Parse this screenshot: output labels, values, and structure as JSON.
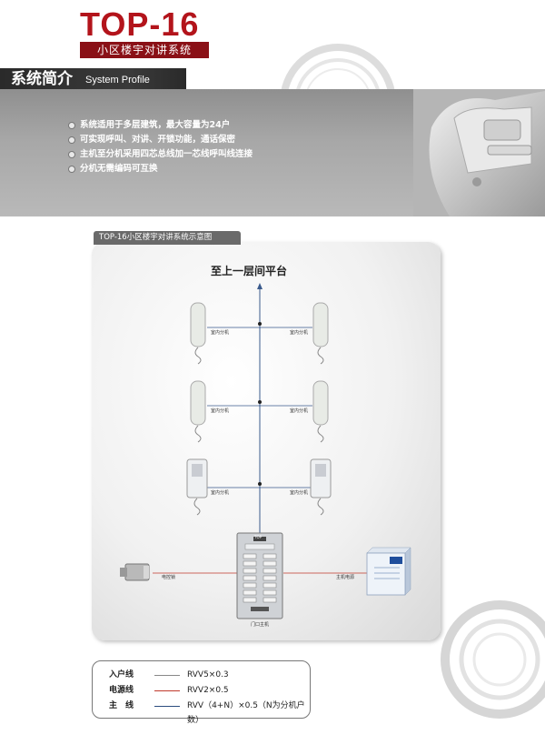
{
  "header": {
    "brand": "TOP-16",
    "subtitle": "小区楼宇对讲系统",
    "section_title": "系统简介",
    "section_title_en": "System Profile"
  },
  "features": [
    "系统适用于多层建筑，最大容量为24户",
    "可实现呼叫、对讲、开锁功能，通话保密",
    "主机至分机采用四芯总线加一芯线呼叫线连接",
    "分机无需编码可互换"
  ],
  "diagram": {
    "tab_label": "TOP-16小区楼宇对讲系统示意图",
    "top_label": "至上一层间平台",
    "indoor_unit_label": "室内分机",
    "lock_label": "电控锁",
    "power_label": "主机电源",
    "main_unit_label": "门口主机",
    "main_unit_badge": "TOP"
  },
  "legend": [
    {
      "name": "入户线",
      "value": "RVV5×0.3",
      "color": "#888888"
    },
    {
      "name": "电源线",
      "value": "RVV2×0.5",
      "color": "#c0392b"
    },
    {
      "name": "主　线",
      "value": "RVV（4+N）×0.5（N为分机户数）",
      "color": "#2b4c7e"
    }
  ]
}
